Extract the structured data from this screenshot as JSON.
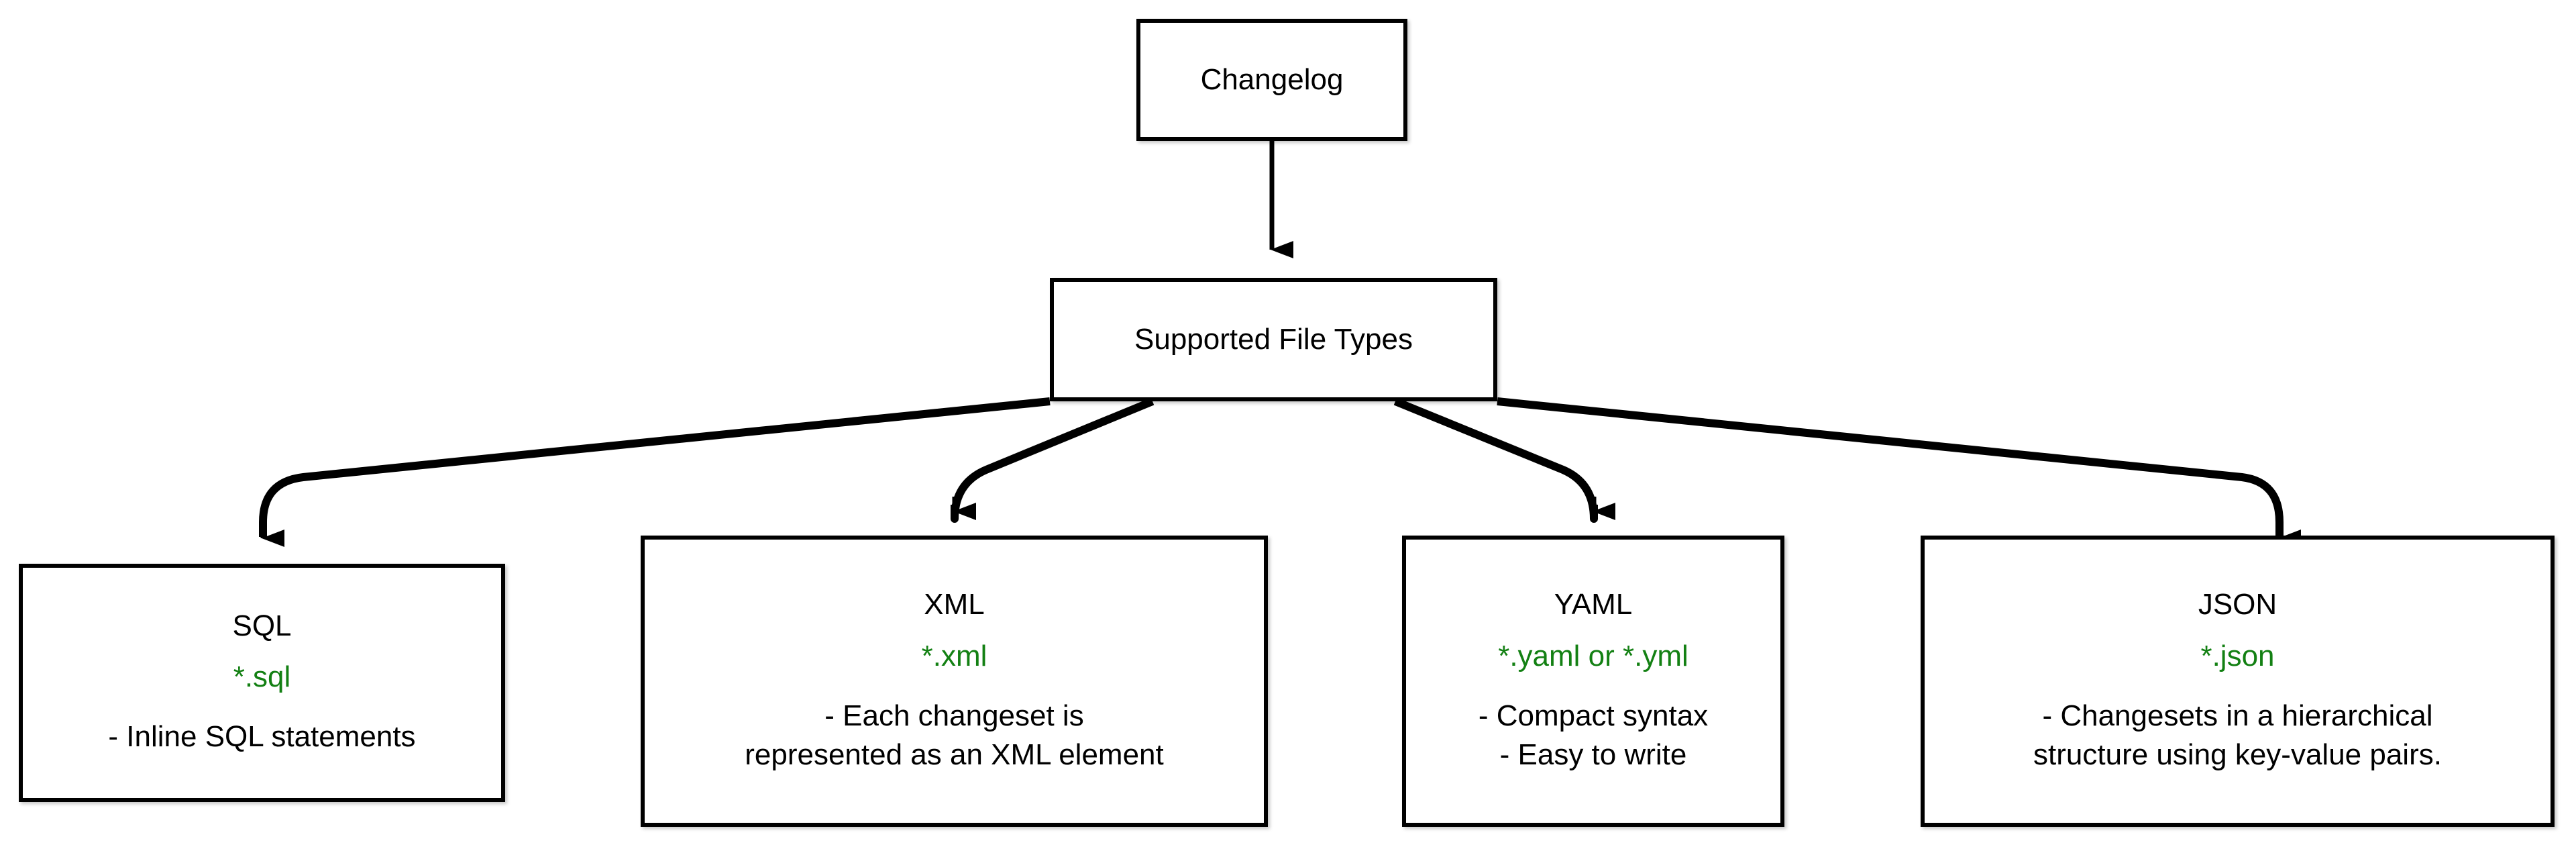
{
  "diagram": {
    "type": "flowchart",
    "direction": "top-down",
    "background_color": "#ffffff",
    "node_border_color": "#000000",
    "node_fill_color": "#ffffff",
    "text_color": "#000000",
    "extension_color": "#138013",
    "edge_color": "#000000"
  },
  "nodes": {
    "changelog": {
      "id": "changelog",
      "title": "Changelog"
    },
    "supported_file_types": {
      "id": "supported-file-types",
      "title": "Supported File Types"
    },
    "sql": {
      "id": "sql",
      "title": "SQL",
      "extension": "*.sql",
      "details": [
        "- Inline SQL statements"
      ]
    },
    "xml": {
      "id": "xml",
      "title": "XML",
      "extension": "*.xml",
      "details": [
        "- Each changeset is",
        "represented as an XML element"
      ]
    },
    "yaml": {
      "id": "yaml",
      "title": "YAML",
      "extension": "*.yaml or *.yml",
      "details": [
        "- Compact syntax",
        "- Easy to write"
      ]
    },
    "json": {
      "id": "json",
      "title": "JSON",
      "extension": "*.json",
      "details": [
        "- Changesets in a hierarchical",
        "structure using key-value pairs."
      ]
    }
  },
  "edges": [
    {
      "from": "changelog",
      "to": "supported_file_types",
      "arrow": "down"
    },
    {
      "from": "supported_file_types",
      "to": "sql",
      "arrow": "down"
    },
    {
      "from": "supported_file_types",
      "to": "xml",
      "arrow": "down"
    },
    {
      "from": "supported_file_types",
      "to": "yaml",
      "arrow": "down"
    },
    {
      "from": "supported_file_types",
      "to": "json",
      "arrow": "down"
    }
  ]
}
